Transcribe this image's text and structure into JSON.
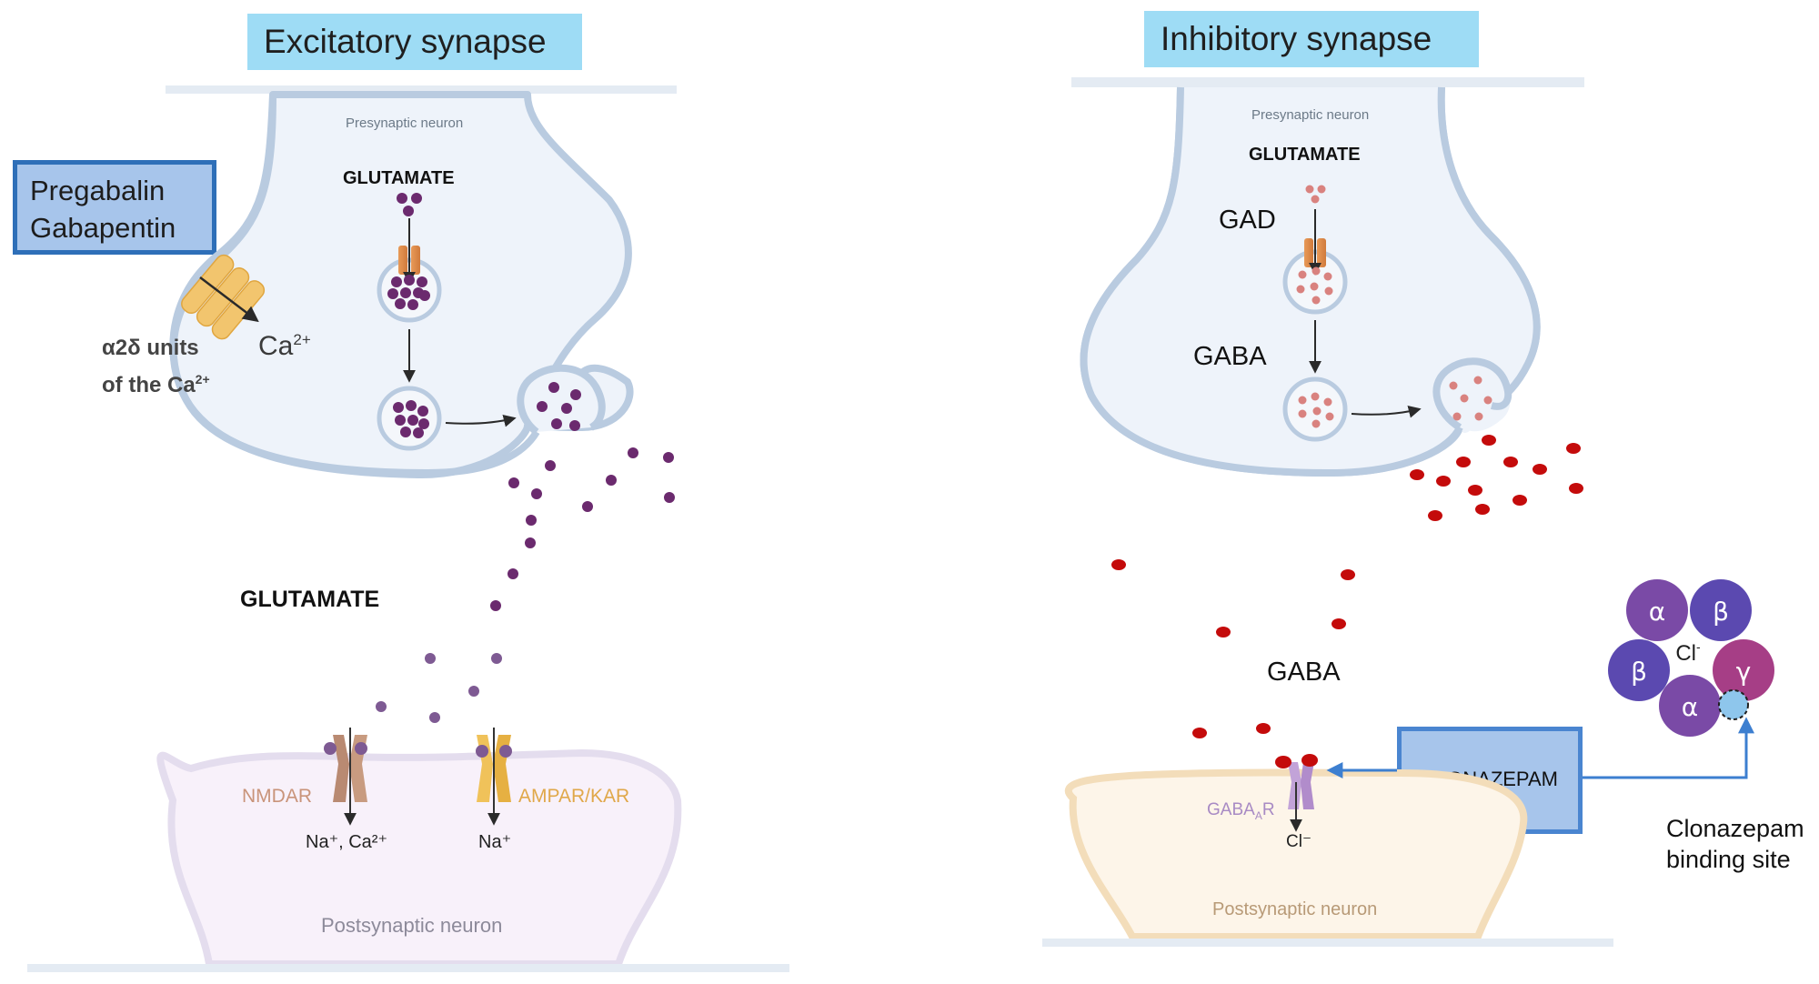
{
  "excitatory": {
    "title": "Excitatory synapse",
    "presynaptic_label": "Presynaptic neuron",
    "neurotransmitter_top": "GLUTAMATE",
    "neurotransmitter_cleft": "GLUTAMATE",
    "drug_line1": "Pregabalin",
    "drug_line2": "Gabapentin",
    "ion": "Ca",
    "ion_sup": "2+",
    "subunit_line1": "α2δ units",
    "subunit_line2": "of the Ca",
    "subunit_line2_sup": "2+",
    "receptor1": "NMDAR",
    "receptor2": "AMPAR/KAR",
    "receptor1_ions": "Na⁺, Ca²⁺",
    "receptor2_ions": "Na⁺",
    "postsynaptic_label": "Postsynaptic neuron"
  },
  "inhibitory": {
    "title": "Inhibitory synapse",
    "presynaptic_label": "Presynaptic neuron",
    "neurotransmitter_top": "GLUTAMATE",
    "enzyme": "GAD",
    "product": "GABA",
    "cleft_label": "GABA",
    "receptor": "GABA",
    "receptor_sub": "A",
    "receptor_suffix": "R",
    "receptor_ion": "Cl⁻",
    "postsynaptic_label": "Postsynaptic neuron",
    "drug": "CLONAZEPAM",
    "binding_site_line1": "Clonazepam",
    "binding_site_line2": "binding site",
    "subunits": [
      "α",
      "β",
      "β",
      "γ",
      "α"
    ],
    "channel_ion": "Cl",
    "channel_ion_sup": "-"
  },
  "colors": {
    "title_bg": "#9edcf5",
    "drug_box_bg": "#a7c5eb",
    "drug_box_border": "#2e6fb8",
    "glutamate": "#6b2a6e",
    "gaba_cleft": "#c40b0b",
    "gaba_vesicle": "#d9827f",
    "neuron_fill": "#eef3fa",
    "neuron_outline": "#b9cbe0",
    "post_excit_fill": "#f8f1fa",
    "post_inhib_fill": "#fdf5e9",
    "alpha": "#7a4aa6",
    "beta": "#5b49b0",
    "gamma": "#a63e86",
    "binding_site": "#8ec6ec"
  }
}
